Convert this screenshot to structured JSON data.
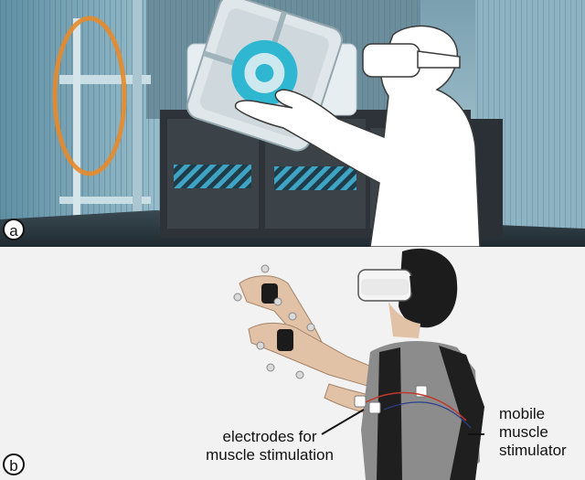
{
  "figure": {
    "panel_a": {
      "badge": "a",
      "description_icons": [
        "vr-scene",
        "portal-ring",
        "companion-cube",
        "user-silhouette",
        "vr-headset"
      ]
    },
    "panel_b": {
      "badge": "b",
      "annotations": {
        "electrodes": [
          "electrodes for",
          "muscle stimulation"
        ],
        "stimulator": [
          "mobile",
          "muscle",
          "stimulator"
        ]
      }
    }
  },
  "colors": {
    "portal_orange": "#e88a2a",
    "cube_cyan": "#2fb6d0",
    "scene_blue": "#8fb8c8",
    "silhouette": "#ffffff"
  }
}
